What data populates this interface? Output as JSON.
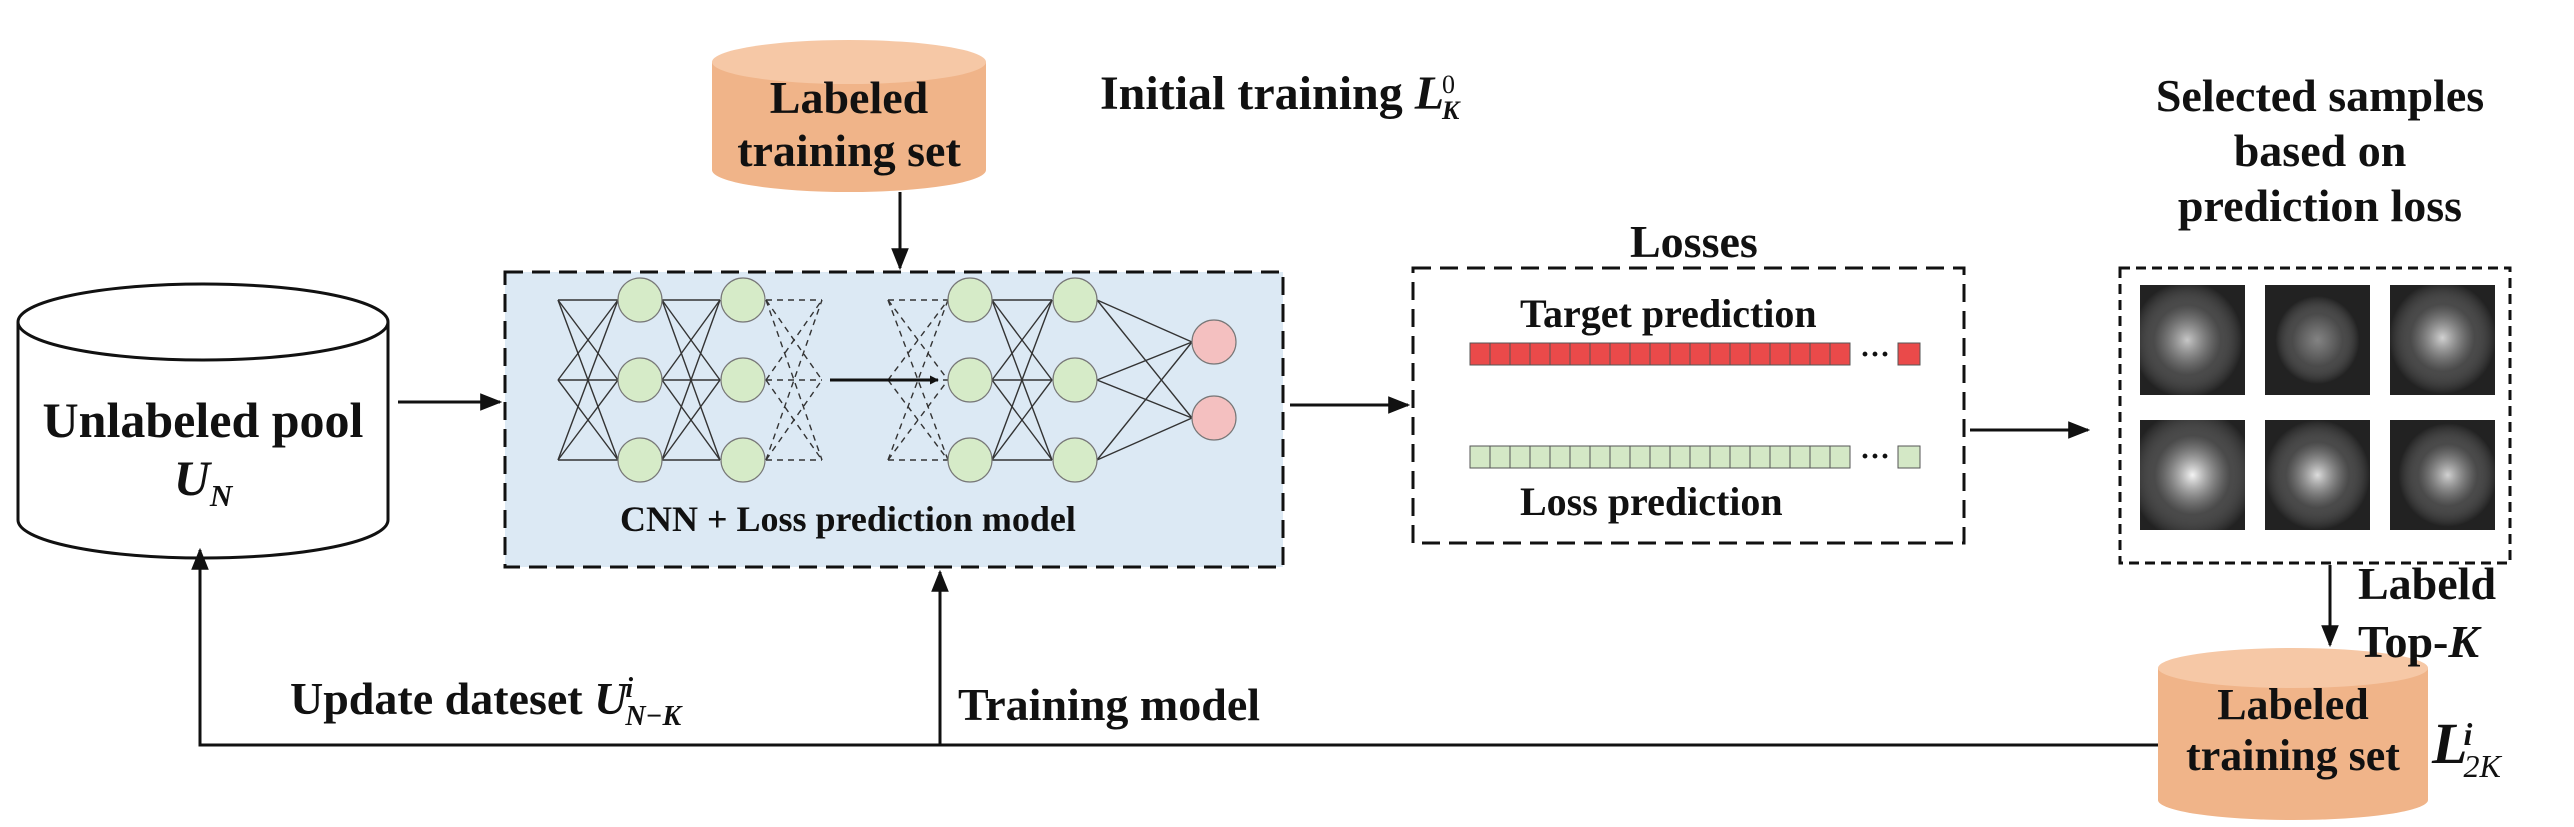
{
  "labeled_set_top": {
    "line1": "Labeled",
    "line2": "training set"
  },
  "initial_training": {
    "text": "Initial training ",
    "sym": "L",
    "sup": "0",
    "sub": "K"
  },
  "unlabeled_pool": {
    "line1": "Unlabeled pool",
    "sym": "U",
    "sub": "N"
  },
  "model_box": {
    "caption": "CNN + Loss prediction model"
  },
  "losses": {
    "title": "Losses",
    "target_label": "Target prediction",
    "loss_label": "Loss prediction",
    "ellipsis": "···"
  },
  "selected": {
    "line1": "Selected samples",
    "line2": "based on",
    "line3": "prediction loss"
  },
  "labeld_topk": {
    "line1": "Labeld",
    "line2_prefix": "Top-",
    "line2_sym": "K"
  },
  "labeled_set_bottom": {
    "line1": "Labeled",
    "line2": "training set",
    "sym": "L",
    "sup": "i",
    "sub": "2K"
  },
  "update_dataset": {
    "text": "Update dateset ",
    "sym": "U",
    "sup": "i",
    "sub": "N−K"
  },
  "training_model": {
    "text": "Training model"
  },
  "colors": {
    "cylinder_fill": "#f0b489",
    "model_box_fill": "#dce9f4",
    "hidden_node": "#d6ebc8",
    "output_node": "#f4c0c0",
    "target_bar": "#ea4a4a",
    "loss_bar": "#d4e8c6"
  }
}
